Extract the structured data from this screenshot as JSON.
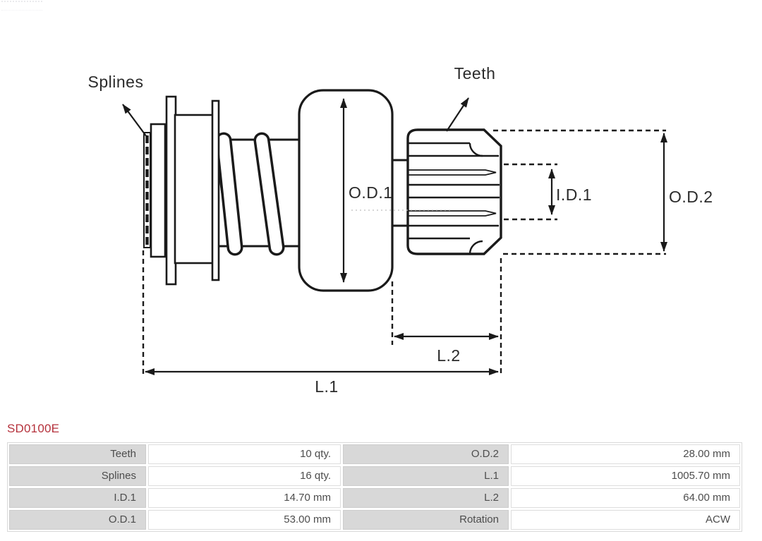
{
  "diagram": {
    "labels": {
      "splines": "Splines",
      "teeth": "Teeth",
      "od1": "O.D.1",
      "id1": "I.D.1",
      "od2": "O.D.2",
      "l1": "L.1",
      "l2": "L.2"
    }
  },
  "part_number": "SD0100E",
  "specs": {
    "rows": [
      {
        "label1": "Teeth",
        "value1": "10 qty.",
        "label2": "O.D.2",
        "value2": "28.00 mm"
      },
      {
        "label1": "Splines",
        "value1": "16 qty.",
        "label2": "L.1",
        "value2": "1005.70 mm"
      },
      {
        "label1": "I.D.1",
        "value1": "14.70 mm",
        "label2": "L.2",
        "value2": "64.00 mm"
      },
      {
        "label1": "O.D.1",
        "value1": "53.00 mm",
        "label2": "Rotation",
        "value2": "ACW"
      }
    ]
  },
  "colors": {
    "part_number_color": "#b5323c",
    "line_color": "#1a1a1a",
    "label_cell_bg": "#d8d8d8",
    "table_text": "#4d4d4d"
  }
}
